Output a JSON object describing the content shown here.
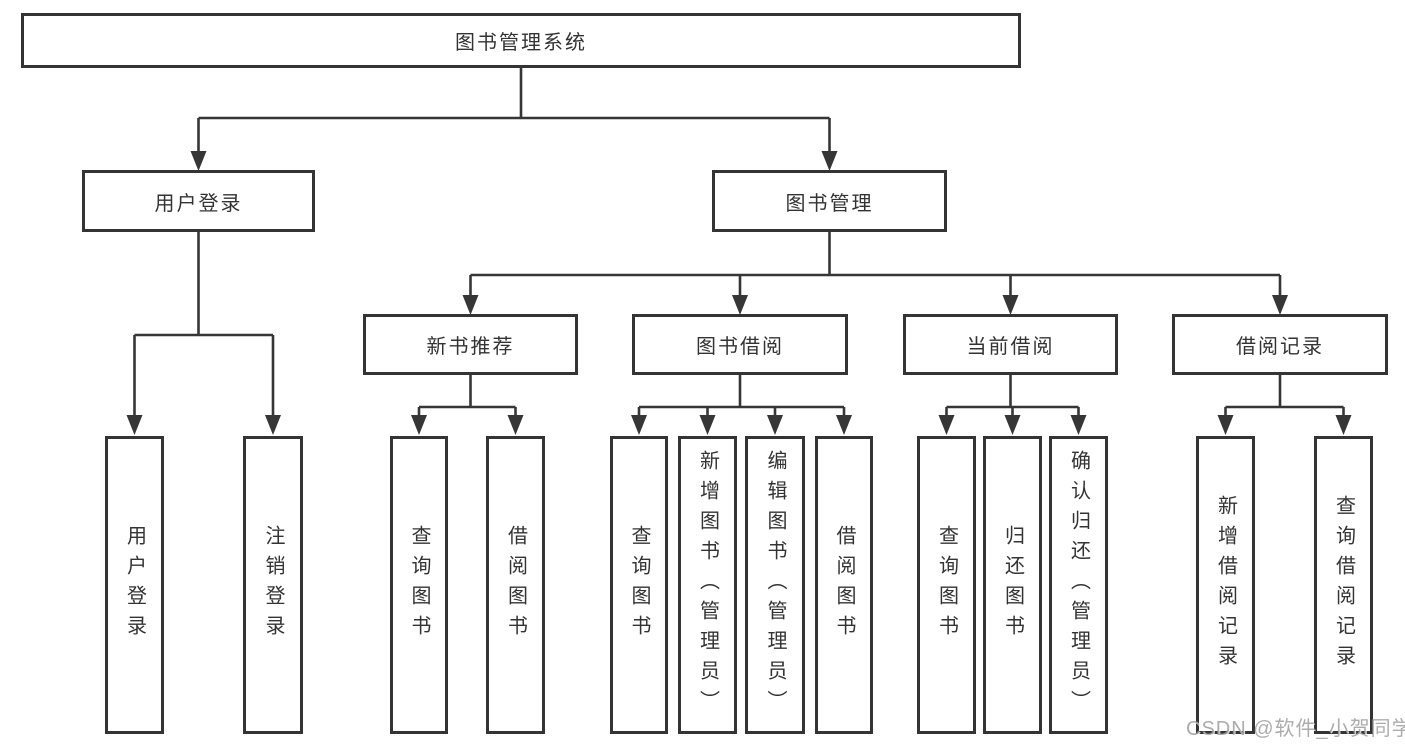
{
  "tree": {
    "root": {
      "label": "图书管理系统",
      "children": [
        {
          "label": "用户登录",
          "children": [
            {
              "label": "用户登录"
            },
            {
              "label": "注销登录"
            }
          ]
        },
        {
          "label": "图书管理",
          "children": [
            {
              "label": "新书推荐",
              "children": [
                {
                  "label": "查询图书"
                },
                {
                  "label": "借阅图书"
                }
              ]
            },
            {
              "label": "图书借阅",
              "children": [
                {
                  "label": "查询图书"
                },
                {
                  "label": "新增图书（管理员）"
                },
                {
                  "label": "编辑图书（管理员）"
                },
                {
                  "label": "借阅图书"
                }
              ]
            },
            {
              "label": "当前借阅",
              "children": [
                {
                  "label": "查询图书"
                },
                {
                  "label": "归还图书"
                },
                {
                  "label": "确认归还（管理员）"
                }
              ]
            },
            {
              "label": "借阅记录",
              "children": [
                {
                  "label": "新增借阅记录"
                },
                {
                  "label": "查询借阅记录"
                }
              ]
            }
          ]
        }
      ]
    },
    "line_color": "#363636"
  },
  "watermark": {
    "text": "CSDN @软件_小贺同学"
  }
}
